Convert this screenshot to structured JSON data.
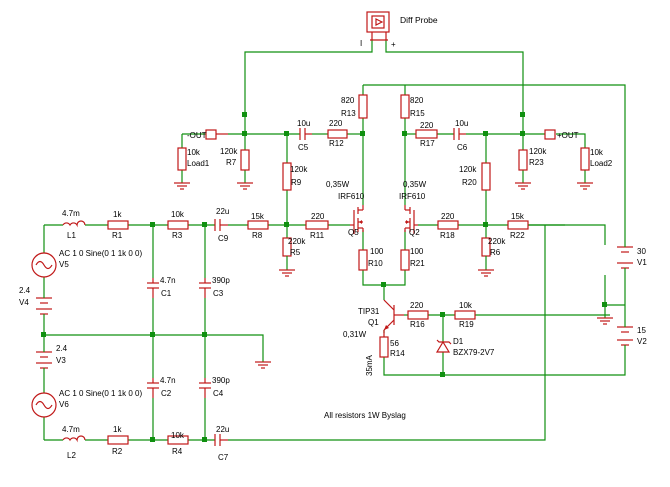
{
  "probe": {
    "title": "Diff Probe",
    "minus": "I",
    "plus": "+"
  },
  "ports": {
    "out_neg": "-OUT",
    "out_pos": "+OUT"
  },
  "loads": [
    {
      "name": "Load1",
      "value": "10k"
    },
    {
      "name": "Load2",
      "value": "10k"
    }
  ],
  "resistors": [
    {
      "name": "R1",
      "value": "1k"
    },
    {
      "name": "R2",
      "value": "1k"
    },
    {
      "name": "R3",
      "value": "10k"
    },
    {
      "name": "R4",
      "value": "10k"
    },
    {
      "name": "R5",
      "value": "220k"
    },
    {
      "name": "R6",
      "value": "220k"
    },
    {
      "name": "R7",
      "value": "120k"
    },
    {
      "name": "R8",
      "value": "15k"
    },
    {
      "name": "R9",
      "value": "120k"
    },
    {
      "name": "R10",
      "value": "100"
    },
    {
      "name": "R11",
      "value": "220"
    },
    {
      "name": "R12",
      "value": "220"
    },
    {
      "name": "R13",
      "value": "820"
    },
    {
      "name": "R14",
      "value": "56"
    },
    {
      "name": "R15",
      "value": "820"
    },
    {
      "name": "R16",
      "value": "220"
    },
    {
      "name": "R17",
      "value": "220"
    },
    {
      "name": "R18",
      "value": "220"
    },
    {
      "name": "R19",
      "value": "10k"
    },
    {
      "name": "R20",
      "value": "120k"
    },
    {
      "name": "R21",
      "value": "100"
    },
    {
      "name": "R22",
      "value": "15k"
    },
    {
      "name": "R23",
      "value": "120k"
    }
  ],
  "capacitors": [
    {
      "name": "C1",
      "value": "4.7n"
    },
    {
      "name": "C2",
      "value": "4.7n"
    },
    {
      "name": "C3",
      "value": "390p"
    },
    {
      "name": "C4",
      "value": "390p"
    },
    {
      "name": "C5",
      "value": "10u"
    },
    {
      "name": "C6",
      "value": "10u"
    },
    {
      "name": "C7",
      "value": "22u"
    },
    {
      "name": "C9",
      "value": "22u"
    }
  ],
  "inductors": [
    {
      "name": "L1",
      "value": "4.7m"
    },
    {
      "name": "L2",
      "value": "4.7m"
    }
  ],
  "sources": [
    {
      "name": "V5",
      "value": "AC  1  0 Sine(0 1  1k 0 0)"
    },
    {
      "name": "V6",
      "value": "AC  1  0 Sine(0 1  1k 0 0)"
    },
    {
      "name": "V4",
      "value": "2.4"
    },
    {
      "name": "V3",
      "value": "2.4"
    },
    {
      "name": "V1",
      "value": "30"
    },
    {
      "name": "V2",
      "value": "15"
    }
  ],
  "transistors": [
    {
      "name": "Q5",
      "type": "IRF610",
      "rating": "0,35W"
    },
    {
      "name": "Q2",
      "type": "IRF610",
      "rating": "0,35W"
    },
    {
      "name": "Q1",
      "type": "TIP31",
      "rating": "0,31W",
      "current": "35mA"
    }
  ],
  "diode": {
    "name": "D1",
    "type": "BZX79-2V7"
  },
  "note": "All resistors 1W Byslag"
}
